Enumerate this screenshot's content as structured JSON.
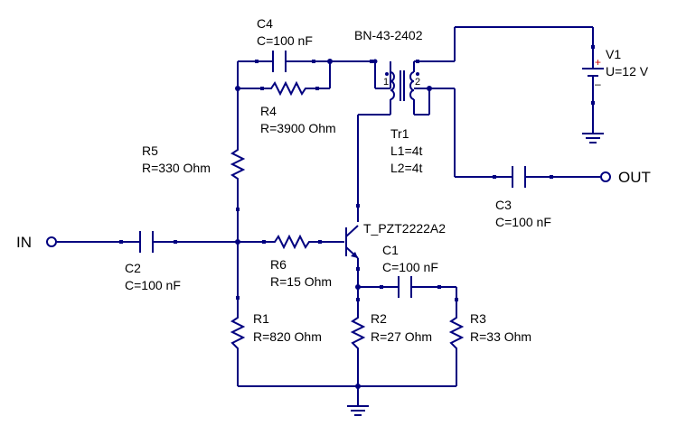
{
  "ports": {
    "in": "IN",
    "out": "OUT"
  },
  "components": {
    "c1": {
      "name": "C1",
      "value": "C=100 nF"
    },
    "c2": {
      "name": "C2",
      "value": "C=100 nF"
    },
    "c3": {
      "name": "C3",
      "value": "C=100 nF"
    },
    "c4": {
      "name": "C4",
      "value": "C=100 nF"
    },
    "r1": {
      "name": "R1",
      "value": "R=820 Ohm"
    },
    "r2": {
      "name": "R2",
      "value": "R=27 Ohm"
    },
    "r3": {
      "name": "R3",
      "value": "R=33 Ohm"
    },
    "r4": {
      "name": "R4",
      "value": "R=3900 Ohm"
    },
    "r5": {
      "name": "R5",
      "value": "R=330 Ohm"
    },
    "r6": {
      "name": "R6",
      "value": "R=15 Ohm"
    },
    "q1": {
      "name": "T_PZT2222A2"
    },
    "tr1": {
      "name": "Tr1",
      "l1": "L1=4t",
      "l2": "L2=4t",
      "core": "BN-43-2402",
      "pin1": "1",
      "pin2": "2"
    },
    "v1": {
      "name": "V1",
      "value": "U=12 V",
      "plus": "+",
      "minus": "–"
    }
  },
  "colors": {
    "wire": "#00007f",
    "text": "#000000",
    "polarity_plus": "#cc0000",
    "background": "#ffffff"
  }
}
